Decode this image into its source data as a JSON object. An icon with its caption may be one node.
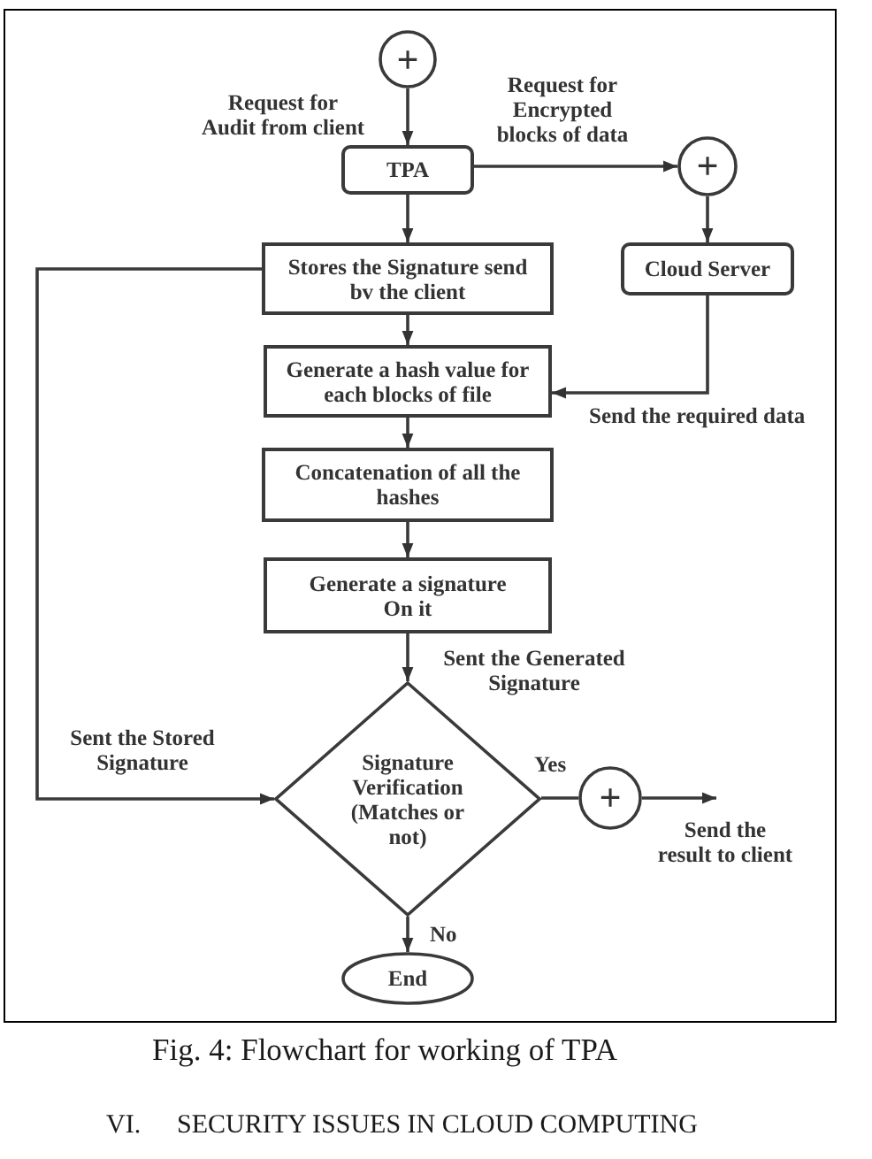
{
  "diagram": {
    "caption": "Fig. 4: Flowchart for working of TPA",
    "nodes": [
      {
        "text": [
          "+"
        ]
      },
      {
        "text": [
          "TPA"
        ]
      },
      {
        "text": [
          "+"
        ]
      },
      {
        "text": [
          "Stores the Signature send bv the client"
        ]
      },
      {
        "text": [
          "Cloud Server"
        ]
      },
      {
        "text": [
          "Generate a hash value for each blocks of file"
        ]
      },
      {
        "text": [
          "Concatenation of all the hashes"
        ]
      },
      {
        "text": [
          "Generate a signature On it"
        ]
      },
      {
        "text": [
          "Signature Verification (Matches or not)"
        ]
      },
      {
        "text": [
          "+"
        ]
      },
      {
        "text": [
          "End"
        ]
      }
    ],
    "edges": [
      {
        "from": 0,
        "to": 1,
        "arrow": "to",
        "label": "Request for Audit from client"
      },
      {
        "from": 1,
        "to": 2,
        "arrow": "to",
        "label": "Request for Encrypted blocks of data"
      },
      {
        "from": 2,
        "to": 4,
        "arrow": "to"
      },
      {
        "from": 1,
        "to": 3,
        "arrow": "to"
      },
      {
        "from": 3,
        "to": 5,
        "arrow": "to"
      },
      {
        "from": 4,
        "to": 5,
        "arrow": "to",
        "label": "Send the required data"
      },
      {
        "from": 5,
        "to": 6,
        "arrow": "to"
      },
      {
        "from": 6,
        "to": 7,
        "arrow": "to"
      },
      {
        "from": 7,
        "to": 8,
        "arrow": "to",
        "label": "Sent the Generated Signature"
      },
      {
        "from": 3,
        "to": 8,
        "arrow": "to",
        "label": "Sent the Stored Signature"
      },
      {
        "from": 8,
        "to": 9,
        "arrow": "none",
        "label": "Yes"
      },
      {
        "from": 9,
        "to": null,
        "arrow": "to",
        "label": "Send the result to client"
      },
      {
        "from": 8,
        "to": 10,
        "arrow": "to",
        "label": "No"
      }
    ],
    "labels": [
      "VI.",
      "SECURITY ISSUES IN CLOUD COMPUTING"
    ]
  }
}
